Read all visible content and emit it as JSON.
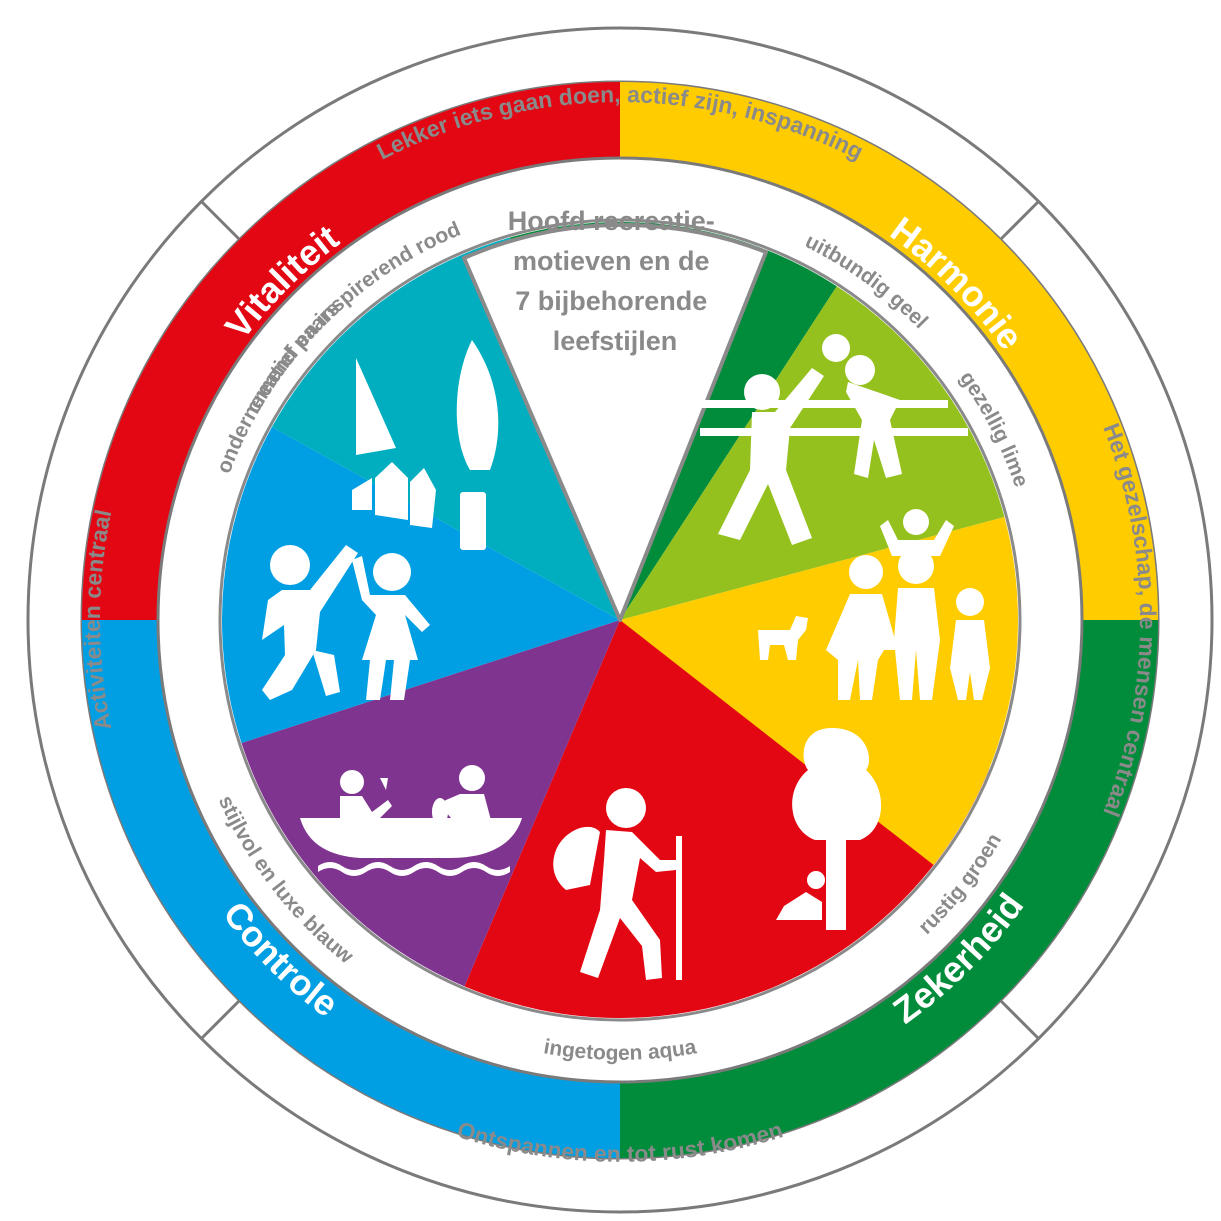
{
  "center": {
    "lines": [
      "Hoofd recreatie-",
      "motieven en de",
      "7 bijbehorende",
      "leefstijlen"
    ]
  },
  "outer_ring": {
    "top": "Lekker iets gaan doen, actief zijn, inspanning",
    "right": "Het gezelschap, de mensen centraal",
    "bottom": "Ontspannen en tot rust komen",
    "left": "Activiteiten centraal"
  },
  "motives": {
    "vitaliteit": {
      "label": "Vitaliteit",
      "color": "#E30613"
    },
    "harmonie": {
      "label": "Harmonie",
      "color": "#FFCC00"
    },
    "zekerheid": {
      "label": "Zekerheid",
      "color": "#008C3A"
    },
    "controle": {
      "label": "Controle",
      "color": "#009FE3"
    }
  },
  "lifestyles": {
    "rood": {
      "label": "creatief en inspirerend rood",
      "color": "#E30613",
      "icon": "painting-brush-icon"
    },
    "geel": {
      "label": "uitbundig geel",
      "color": "#FFCC00",
      "icon": "volleyball-players-icon"
    },
    "lime": {
      "label": "gezellig lime",
      "color": "#95C11F",
      "icon": "family-with-dog-icon"
    },
    "groen": {
      "label": "rustig groen",
      "color": "#008C3A",
      "icon": "tree-reading-person-icon"
    },
    "aqua": {
      "label": "ingetogen aqua",
      "color": "#00AEC0",
      "icon": "hiker-icon"
    },
    "blauw": {
      "label": "stijlvol en luxe blauw",
      "color": "#009FE3",
      "icon": "boat-toast-icon"
    },
    "paars": {
      "label": "ondernemend paars",
      "color": "#7F3590",
      "icon": "dancing-couple-icon"
    }
  }
}
